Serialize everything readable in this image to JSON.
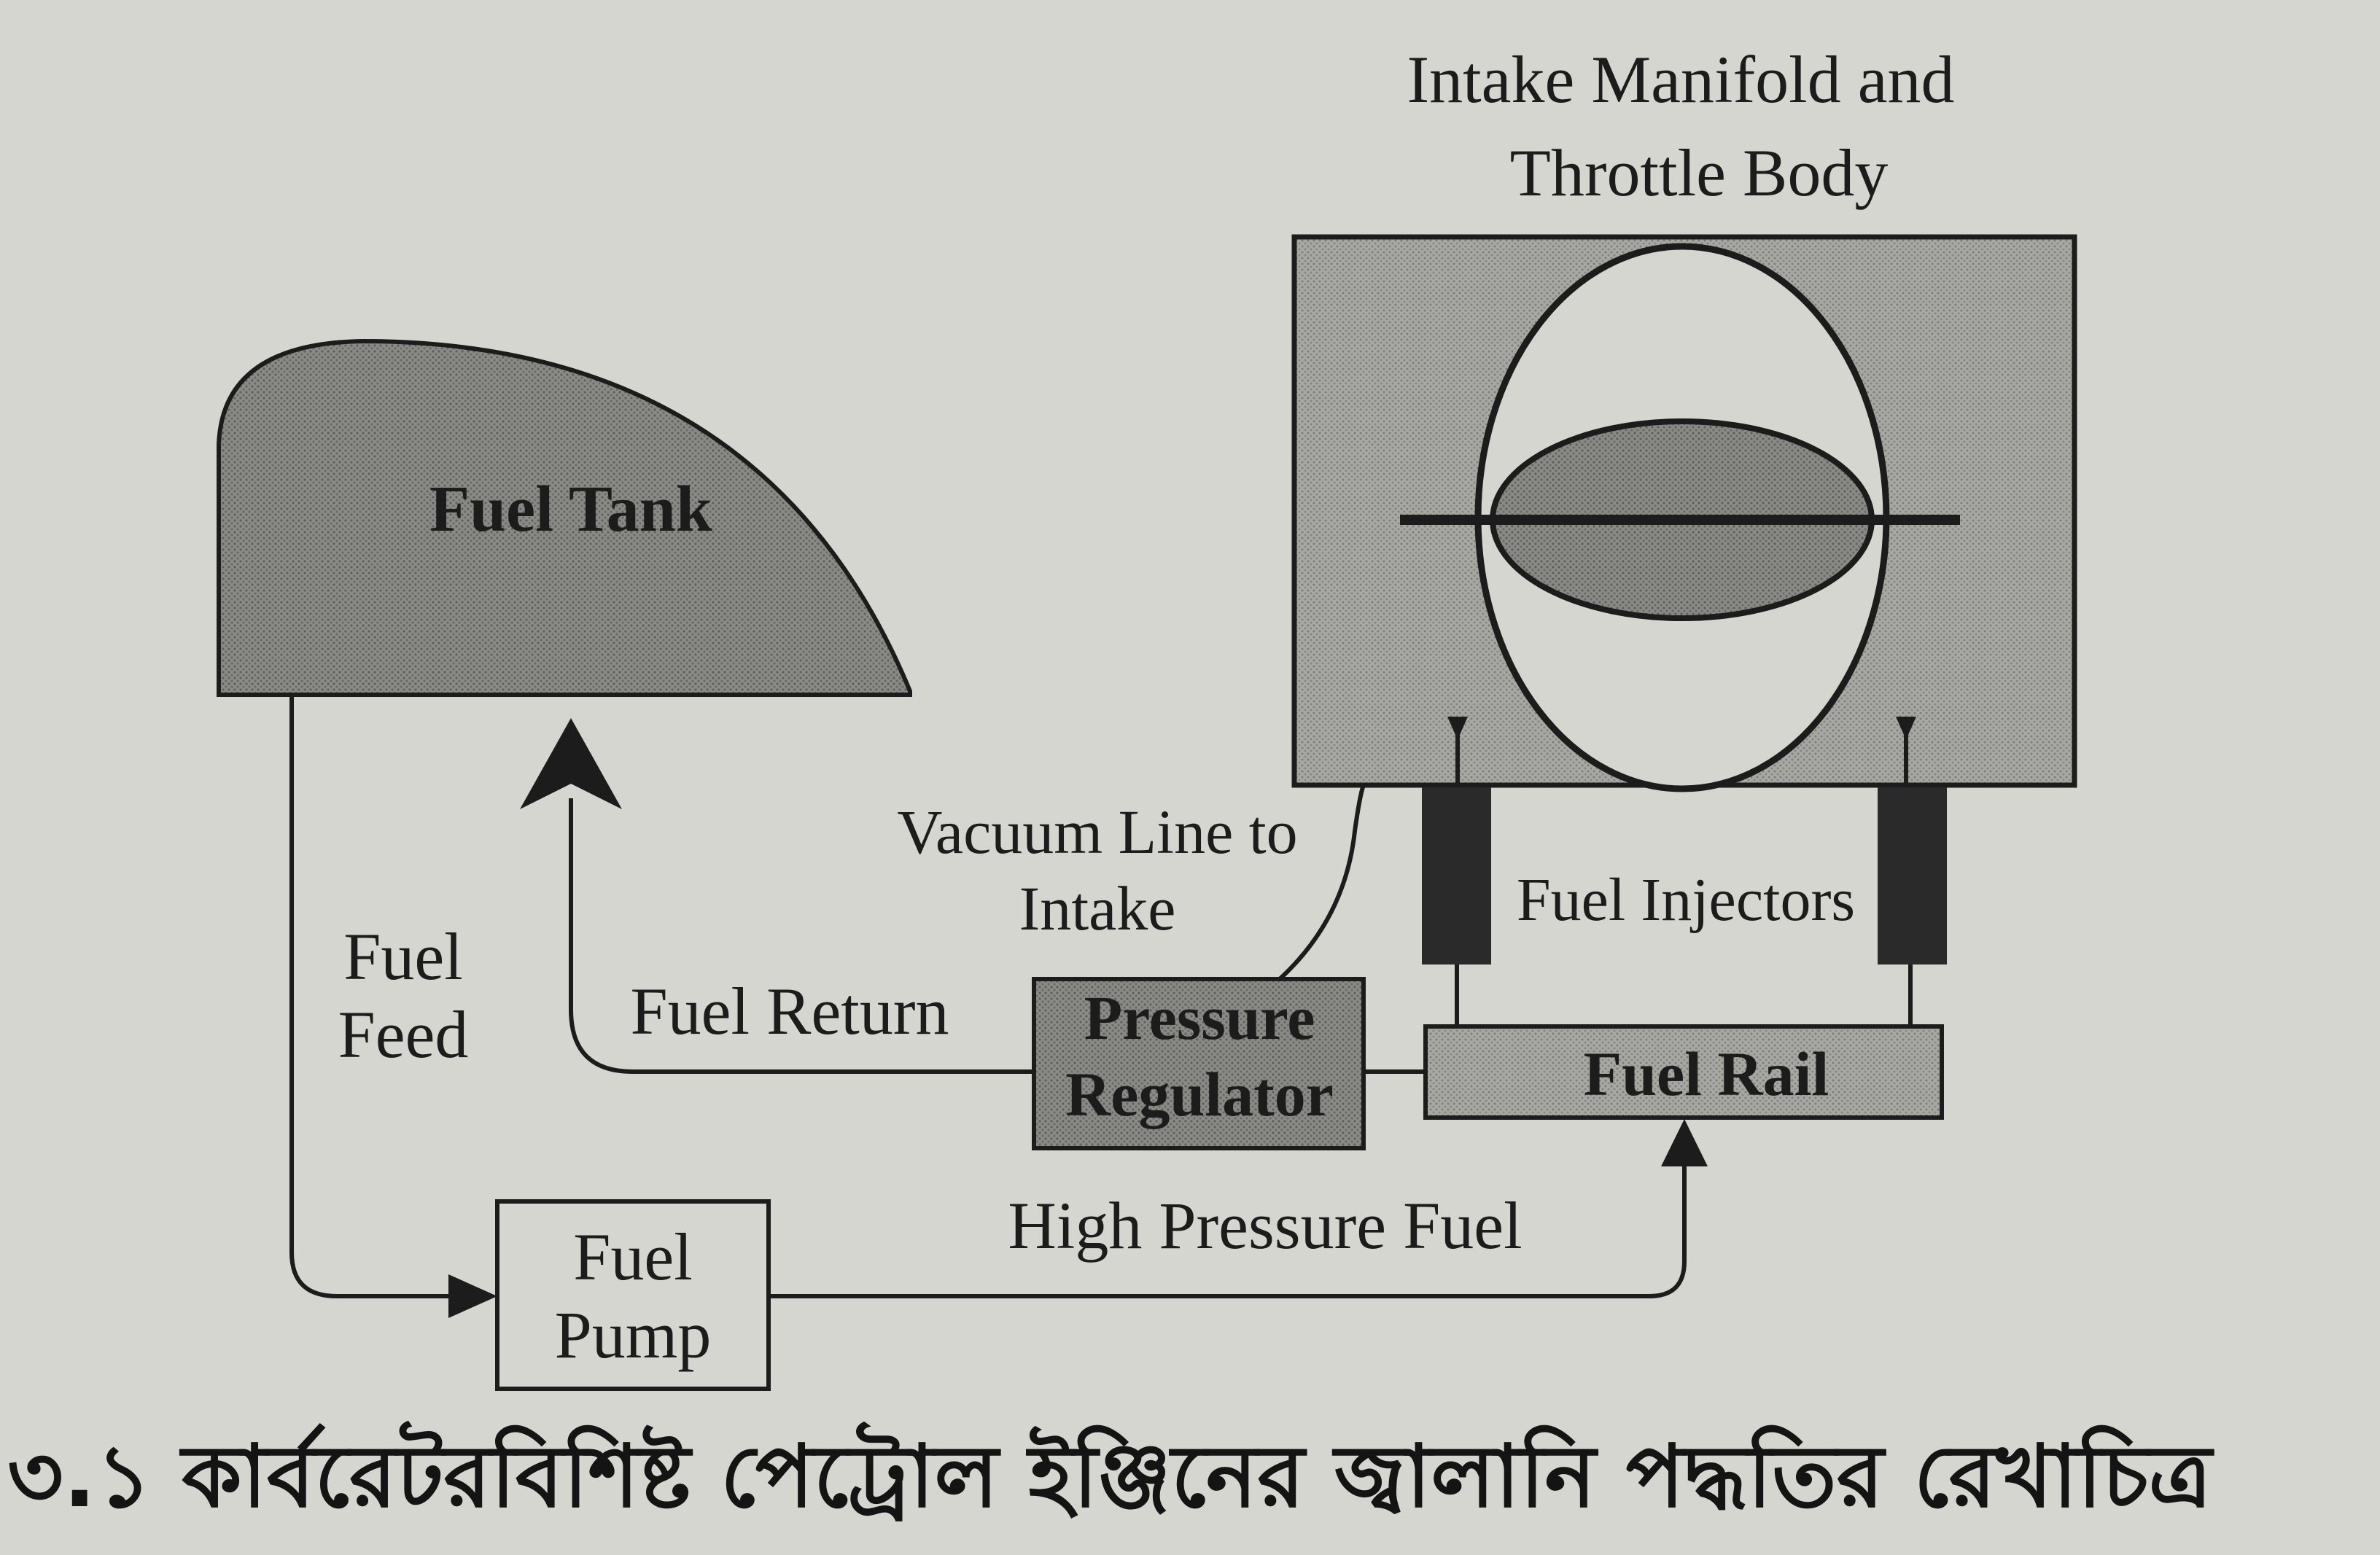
{
  "labels": {
    "intake_line1": "Intake Manifold and",
    "intake_line2": "Throttle Body",
    "fuel_tank": "Fuel Tank",
    "vacuum_line1": "Vacuum Line to",
    "vacuum_line2": "Intake",
    "fuel_feed1": "Fuel",
    "fuel_feed2": "Feed",
    "fuel_return": "Fuel Return",
    "pressure1": "Pressure",
    "pressure2": "Regulator",
    "fuel_injectors": "Fuel Injectors",
    "fuel_rail": "Fuel Rail",
    "fuel_pump1": "Fuel",
    "fuel_pump2": "Pump",
    "high_pressure": "High Pressure Fuel"
  },
  "caption": "৩.১ কার্বরেটরবিশিষ্ট পেট্রোল ইঞ্জিনের জ্বালানি পদ্ধতির রেখাচিত্র",
  "colors": {
    "paper": "#d6d6d0",
    "ink": "#1c1c1c",
    "shade_dark": "#7f7f7b",
    "shade_mid": "#a3a39e",
    "injector": "#2a2a2a"
  }
}
